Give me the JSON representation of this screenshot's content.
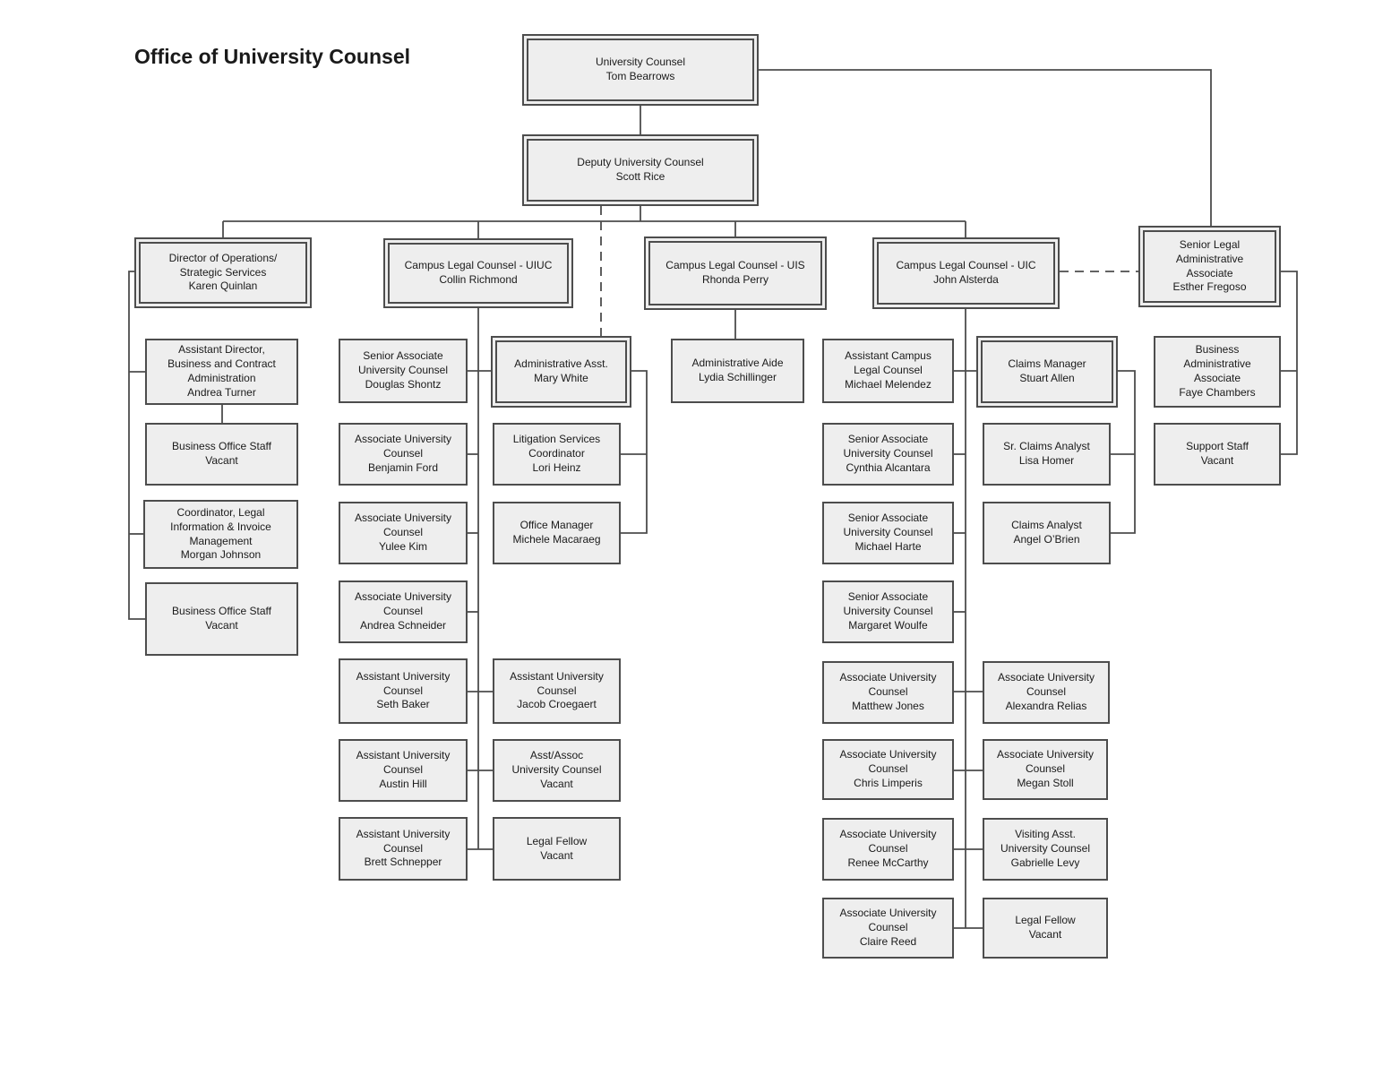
{
  "title": "Office of University Counsel",
  "colors": {
    "box_fill": "#eeeeee",
    "box_border": "#4d4d4d",
    "connector": "#4d4d4d",
    "text": "#1a1a1a"
  },
  "nodes": [
    {
      "id": "uc",
      "lines": [
        "University Counsel",
        "Tom Bearrows"
      ],
      "leader": true,
      "reports_to": null,
      "link": null
    },
    {
      "id": "deputy",
      "lines": [
        "Deputy University Counsel",
        "Scott Rice"
      ],
      "leader": true,
      "reports_to": "uc",
      "link": "solid"
    },
    {
      "id": "karen",
      "lines": [
        "Director of Operations/",
        "Strategic Services",
        "Karen Quinlan"
      ],
      "leader": true,
      "reports_to": "deputy",
      "link": "solid"
    },
    {
      "id": "uiuc",
      "lines": [
        "Campus Legal Counsel - UIUC",
        "Collin Richmond"
      ],
      "leader": true,
      "reports_to": "deputy",
      "link": "solid"
    },
    {
      "id": "uis",
      "lines": [
        "Campus Legal Counsel - UIS",
        "Rhonda Perry"
      ],
      "leader": true,
      "reports_to": "deputy",
      "link": "solid"
    },
    {
      "id": "uic",
      "lines": [
        "Campus Legal Counsel - UIC",
        "John Alsterda"
      ],
      "leader": true,
      "reports_to": "deputy",
      "link": "solid"
    },
    {
      "id": "fregoso",
      "lines": [
        "Senior Legal",
        "Administrative",
        "Associate",
        "Esther Fregoso"
      ],
      "leader": true,
      "reports_to": "uc",
      "link": "solid",
      "secondary_link": {
        "to": "uic",
        "style": "dashed"
      }
    },
    {
      "id": "turner",
      "lines": [
        "Assistant Director,",
        "Business and Contract",
        "Administration",
        "Andrea Turner"
      ],
      "leader": false,
      "reports_to": "karen",
      "link": "solid"
    },
    {
      "id": "bos1",
      "lines": [
        "Business Office Staff",
        "Vacant"
      ],
      "leader": false,
      "reports_to": "turner",
      "link": "solid"
    },
    {
      "id": "morgan",
      "lines": [
        "Coordinator, Legal",
        "Information & Invoice",
        "Management",
        "Morgan Johnson"
      ],
      "leader": false,
      "reports_to": "karen",
      "link": "solid"
    },
    {
      "id": "bos2",
      "lines": [
        "Business Office Staff",
        "Vacant"
      ],
      "leader": false,
      "reports_to": "karen",
      "link": "solid"
    },
    {
      "id": "shontz",
      "lines": [
        "Senior Associate",
        "University Counsel",
        "Douglas Shontz"
      ],
      "leader": false,
      "reports_to": "uiuc",
      "link": "solid"
    },
    {
      "id": "ford",
      "lines": [
        "Associate University",
        "Counsel",
        "Benjamin Ford"
      ],
      "leader": false,
      "reports_to": "uiuc",
      "link": "solid"
    },
    {
      "id": "kim",
      "lines": [
        "Associate University",
        "Counsel",
        "Yulee Kim"
      ],
      "leader": false,
      "reports_to": "uiuc",
      "link": "solid"
    },
    {
      "id": "schneider",
      "lines": [
        "Associate University",
        "Counsel",
        "Andrea Schneider"
      ],
      "leader": false,
      "reports_to": "uiuc",
      "link": "solid"
    },
    {
      "id": "baker",
      "lines": [
        "Assistant University",
        "Counsel",
        "Seth Baker"
      ],
      "leader": false,
      "reports_to": "uiuc",
      "link": "solid"
    },
    {
      "id": "hill",
      "lines": [
        "Assistant University",
        "Counsel",
        "Austin Hill"
      ],
      "leader": false,
      "reports_to": "uiuc",
      "link": "solid"
    },
    {
      "id": "schnepper",
      "lines": [
        "Assistant University",
        "Counsel",
        "Brett Schnepper"
      ],
      "leader": false,
      "reports_to": "uiuc",
      "link": "solid"
    },
    {
      "id": "white",
      "lines": [
        "Administrative Asst.",
        "Mary White"
      ],
      "leader": true,
      "reports_to": "uiuc",
      "link": "solid",
      "secondary_link": {
        "to": "deputy",
        "style": "dashed"
      }
    },
    {
      "id": "heinz",
      "lines": [
        "Litigation Services",
        "Coordinator",
        "Lori Heinz"
      ],
      "leader": false,
      "reports_to": "white",
      "link": "solid"
    },
    {
      "id": "macaraeg",
      "lines": [
        "Office Manager",
        "Michele Macaraeg"
      ],
      "leader": false,
      "reports_to": "white",
      "link": "solid"
    },
    {
      "id": "croegaert",
      "lines": [
        "Assistant University",
        "Counsel",
        "Jacob Croegaert"
      ],
      "leader": false,
      "reports_to": "uiuc",
      "link": "solid"
    },
    {
      "id": "asstassoc",
      "lines": [
        "Asst/Assoc",
        "University Counsel",
        "Vacant"
      ],
      "leader": false,
      "reports_to": "uiuc",
      "link": "solid"
    },
    {
      "id": "fellow_uiuc",
      "lines": [
        "Legal Fellow",
        "Vacant"
      ],
      "leader": false,
      "reports_to": "uiuc",
      "link": "solid"
    },
    {
      "id": "schillinger",
      "lines": [
        "Administrative Aide",
        "Lydia Schillinger"
      ],
      "leader": false,
      "reports_to": "uis",
      "link": "solid"
    },
    {
      "id": "melendez",
      "lines": [
        "Assistant Campus",
        "Legal Counsel",
        "Michael Melendez"
      ],
      "leader": false,
      "reports_to": "uic",
      "link": "solid"
    },
    {
      "id": "alcantara",
      "lines": [
        "Senior Associate",
        "University Counsel",
        "Cynthia Alcantara"
      ],
      "leader": false,
      "reports_to": "uic",
      "link": "solid"
    },
    {
      "id": "harte",
      "lines": [
        "Senior Associate",
        "University Counsel",
        "Michael Harte"
      ],
      "leader": false,
      "reports_to": "uic",
      "link": "solid"
    },
    {
      "id": "woulfe",
      "lines": [
        "Senior Associate",
        "University Counsel",
        "Margaret Woulfe"
      ],
      "leader": false,
      "reports_to": "uic",
      "link": "solid"
    },
    {
      "id": "jones",
      "lines": [
        "Associate University",
        "Counsel",
        "Matthew Jones"
      ],
      "leader": false,
      "reports_to": "uic",
      "link": "solid"
    },
    {
      "id": "limperis",
      "lines": [
        "Associate University",
        "Counsel",
        "Chris Limperis"
      ],
      "leader": false,
      "reports_to": "uic",
      "link": "solid"
    },
    {
      "id": "mccarthy",
      "lines": [
        "Associate University",
        "Counsel",
        "Renee McCarthy"
      ],
      "leader": false,
      "reports_to": "uic",
      "link": "solid"
    },
    {
      "id": "reed",
      "lines": [
        "Associate University",
        "Counsel",
        "Claire Reed"
      ],
      "leader": false,
      "reports_to": "uic",
      "link": "solid"
    },
    {
      "id": "allen",
      "lines": [
        "Claims Manager",
        "Stuart Allen"
      ],
      "leader": true,
      "reports_to": "uic",
      "link": "solid"
    },
    {
      "id": "homer",
      "lines": [
        "Sr. Claims Analyst",
        "Lisa Homer"
      ],
      "leader": false,
      "reports_to": "allen",
      "link": "solid"
    },
    {
      "id": "obrien",
      "lines": [
        "Claims Analyst",
        "Angel O’Brien"
      ],
      "leader": false,
      "reports_to": "allen",
      "link": "solid"
    },
    {
      "id": "relias",
      "lines": [
        "Associate University",
        "Counsel",
        "Alexandra Relias"
      ],
      "leader": false,
      "reports_to": "uic",
      "link": "solid"
    },
    {
      "id": "stoll",
      "lines": [
        "Associate University",
        "Counsel",
        "Megan Stoll"
      ],
      "leader": false,
      "reports_to": "uic",
      "link": "solid"
    },
    {
      "id": "levy",
      "lines": [
        "Visiting Asst.",
        "University Counsel",
        "Gabrielle Levy"
      ],
      "leader": false,
      "reports_to": "uic",
      "link": "solid"
    },
    {
      "id": "fellow_uic",
      "lines": [
        "Legal Fellow",
        "Vacant"
      ],
      "leader": false,
      "reports_to": "uic",
      "link": "solid"
    },
    {
      "id": "chambers",
      "lines": [
        "Business",
        "Administrative",
        "Associate",
        "Faye Chambers"
      ],
      "leader": false,
      "reports_to": "fregoso",
      "link": "solid"
    },
    {
      "id": "support",
      "lines": [
        "Support Staff",
        "Vacant"
      ],
      "leader": false,
      "reports_to": "fregoso",
      "link": "solid"
    }
  ]
}
